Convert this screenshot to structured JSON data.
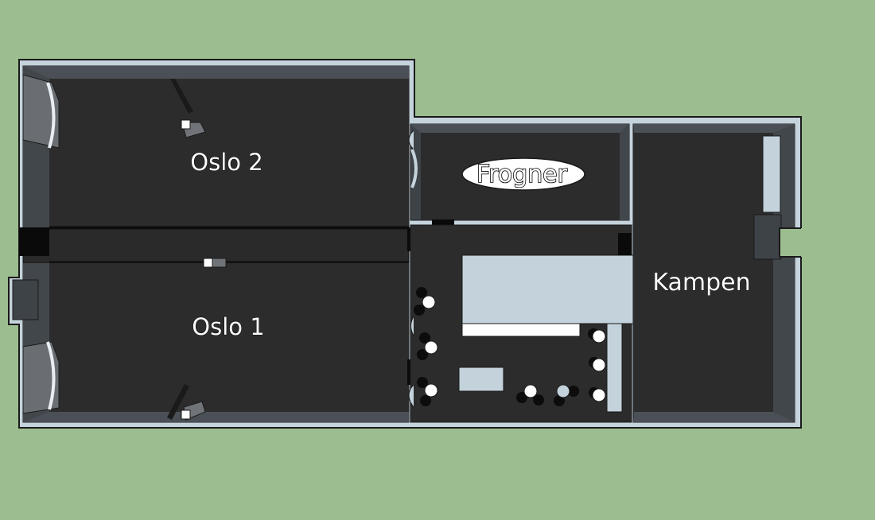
{
  "plan": {
    "rooms": [
      {
        "id": "oslo-2",
        "label": "Oslo 2"
      },
      {
        "id": "oslo-1",
        "label": "Oslo 1"
      },
      {
        "id": "frogner",
        "label": "Frogner"
      },
      {
        "id": "kampen",
        "label": "Kampen"
      }
    ]
  },
  "colors": {
    "ground": "#9bbd8f",
    "outer_wall": "#c5d3dc",
    "floor": "#2c2c2c",
    "wall_shade": "#3d4247",
    "furniture": "#c3d2db",
    "outline": "#1a1a1a"
  },
  "icons": {
    "screen": "wall-screen-icon",
    "projector": "projector-icon",
    "chair": "chair-icon",
    "table": "table-icon",
    "door": "door-icon"
  }
}
